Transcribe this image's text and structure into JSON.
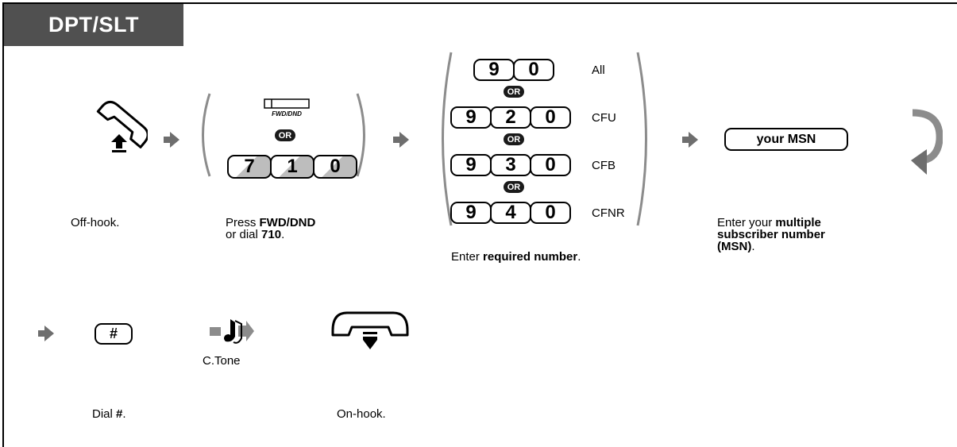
{
  "header": {
    "title": "DPT/SLT"
  },
  "steps": {
    "offhook": {
      "caption": "Off-hook."
    },
    "fwd": {
      "button_label": "FWD/DND",
      "or": "OR",
      "keys": [
        "7",
        "1",
        "0"
      ],
      "caption_prefix": "Press ",
      "caption_bold1": "FWD/DND",
      "caption_mid": "or dial ",
      "caption_bold2": "710",
      "caption_end": "."
    },
    "codes": {
      "or": "OR",
      "rows": [
        {
          "keys": [
            "9",
            "0"
          ],
          "label": "All"
        },
        {
          "keys": [
            "9",
            "2",
            "0"
          ],
          "label": "CFU"
        },
        {
          "keys": [
            "9",
            "3",
            "0"
          ],
          "label": "CFB"
        },
        {
          "keys": [
            "9",
            "4",
            "0"
          ],
          "label": "CFNR"
        }
      ],
      "caption_prefix": "Enter ",
      "caption_bold": "required number",
      "caption_end": "."
    },
    "msn": {
      "key_label": "your MSN",
      "caption_prefix": "Enter your ",
      "caption_bold1": "multiple",
      "caption_bold2": "subscriber number",
      "caption_bold3": "(MSN)",
      "caption_end": "."
    },
    "dial_hash": {
      "key_label": "#",
      "caption_prefix": "Dial ",
      "caption_bold": "#",
      "caption_end": "."
    },
    "tone": {
      "label": "C.Tone"
    },
    "onhook": {
      "caption": "On-hook."
    }
  }
}
